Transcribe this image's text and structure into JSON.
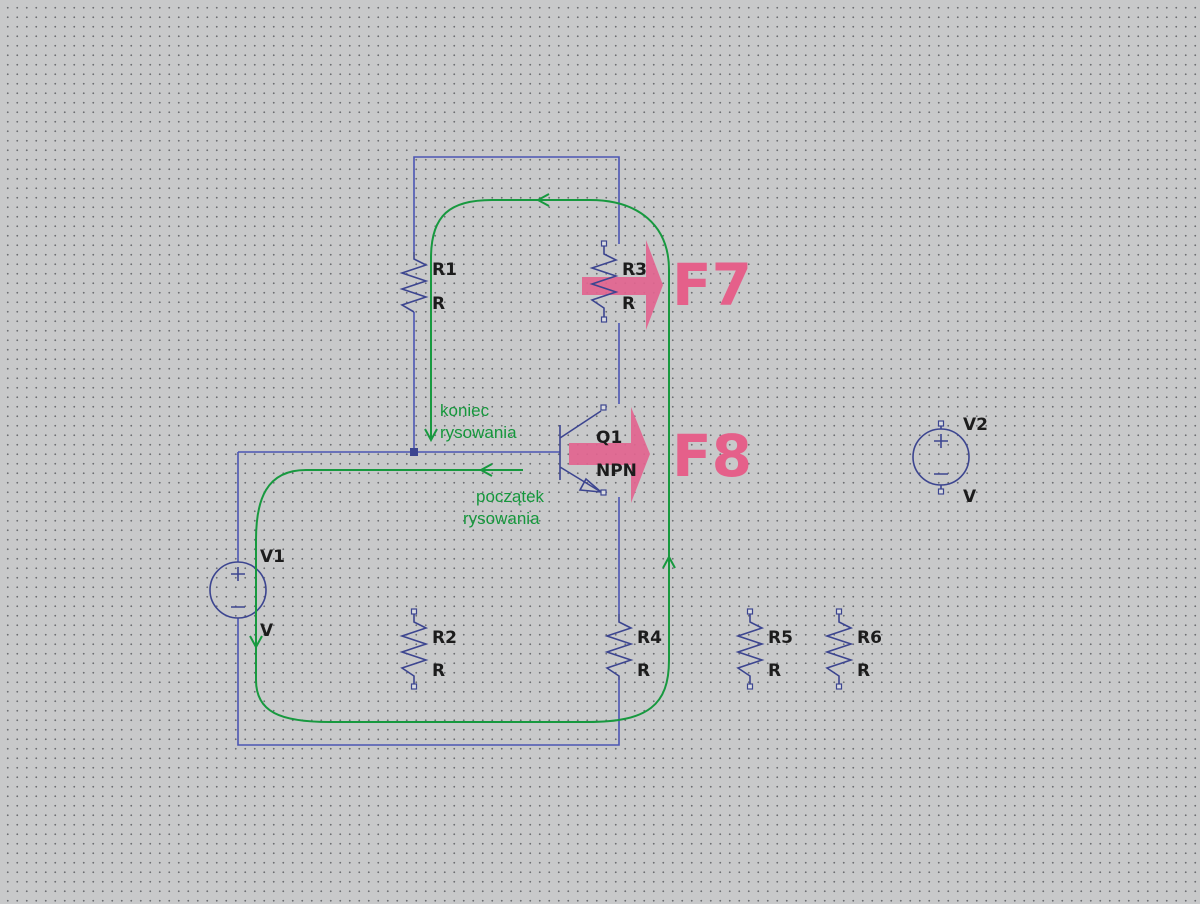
{
  "schematic": {
    "colors": {
      "background": "#c8c9ca",
      "grid_dot": "#6d6f72",
      "wire": "#4b55b3",
      "component": "#3c4590",
      "draw_path": "#17993f",
      "hotkey_highlight": "#e2648f"
    },
    "components": {
      "r1": {
        "name": "R1",
        "value": "R"
      },
      "r2": {
        "name": "R2",
        "value": "R"
      },
      "r3": {
        "name": "R3",
        "value": "R"
      },
      "r4": {
        "name": "R4",
        "value": "R"
      },
      "r5": {
        "name": "R5",
        "value": "R"
      },
      "r6": {
        "name": "R6",
        "value": "R"
      },
      "q1": {
        "name": "Q1",
        "value": "NPN"
      },
      "v1": {
        "name": "V1",
        "value": "V"
      },
      "v2": {
        "name": "V2",
        "value": "V"
      }
    },
    "annotations": {
      "end_line1": "koniec",
      "end_line2": "rysowania",
      "start_line1": "początek",
      "start_line2": "rysowania"
    },
    "hotkeys": {
      "f7": "F7",
      "f8": "F8"
    }
  }
}
